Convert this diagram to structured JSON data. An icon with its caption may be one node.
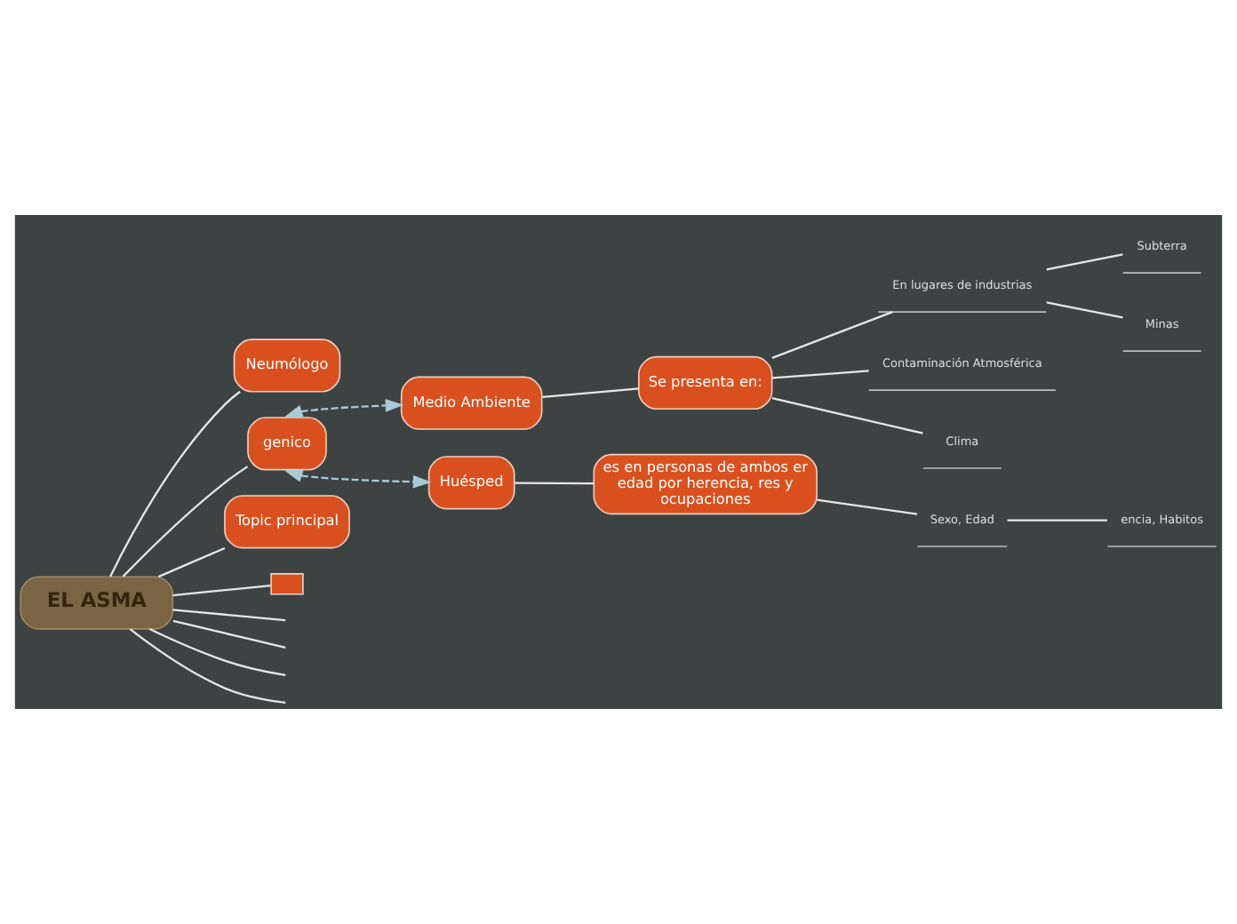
{
  "diagram": {
    "nodes": [
      {
        "text": [
          "EL ASMA"
        ]
      },
      {
        "text": [
          "Neumólogo"
        ]
      },
      {
        "text": [
          "genico"
        ]
      },
      {
        "text": [
          "Huésped"
        ]
      },
      {
        "text": [
          "es en personas de ambos er edad por herencia, res y ocupaciones"
        ]
      },
      {
        "text": [
          "Sexo, Edad"
        ]
      },
      {
        "text": [
          "encia, Habitos"
        ]
      },
      {
        "text": [
          "Medio Ambiente"
        ]
      },
      {
        "text": [
          "Se presenta en:"
        ]
      },
      {
        "text": [
          "Contaminación Atmosférica"
        ]
      },
      {
        "text": [
          "Clima"
        ]
      },
      {
        "text": [
          "En lugares de industrias"
        ]
      },
      {
        "text": [
          "Minas"
        ]
      },
      {
        "text": [
          "Subterra"
        ]
      },
      {
        "text": [
          "Topic principal"
        ]
      },
      {
        "text": [],
        "shape": "box"
      }
    ],
    "edges": [
      {
        "from": 0,
        "to": 1,
        "arrow": "none"
      },
      {
        "from": 0,
        "to": 15,
        "arrow": "none"
      },
      {
        "from": 0,
        "to": null,
        "arrow": "none"
      },
      {
        "from": 0,
        "to": null,
        "arrow": "none"
      },
      {
        "from": 0,
        "to": null,
        "arrow": "none"
      },
      {
        "from": 0,
        "to": null,
        "arrow": "none"
      },
      {
        "from": 0,
        "to": 14,
        "arrow": "none"
      },
      {
        "from": 0,
        "to": 2,
        "arrow": "none"
      },
      {
        "from": 2,
        "to": 7,
        "arrow": "both",
        "style": "dashed",
        "color": "#a9cbd6"
      },
      {
        "from": 2,
        "to": 3,
        "arrow": "both",
        "style": "dashed",
        "color": "#a9cbd6"
      },
      {
        "from": 3,
        "to": 4,
        "arrow": "none"
      },
      {
        "from": 4,
        "to": 5,
        "arrow": "none"
      },
      {
        "from": 5,
        "to": 6,
        "arrow": "none"
      },
      {
        "from": 7,
        "to": 8,
        "arrow": "none"
      },
      {
        "from": 8,
        "to": 9,
        "arrow": "none"
      },
      {
        "from": 8,
        "to": 10,
        "arrow": "none"
      },
      {
        "from": 8,
        "to": 11,
        "arrow": "none"
      },
      {
        "from": 11,
        "to": 12,
        "arrow": "none"
      },
      {
        "from": 11,
        "to": 13,
        "arrow": "none"
      }
    ]
  }
}
